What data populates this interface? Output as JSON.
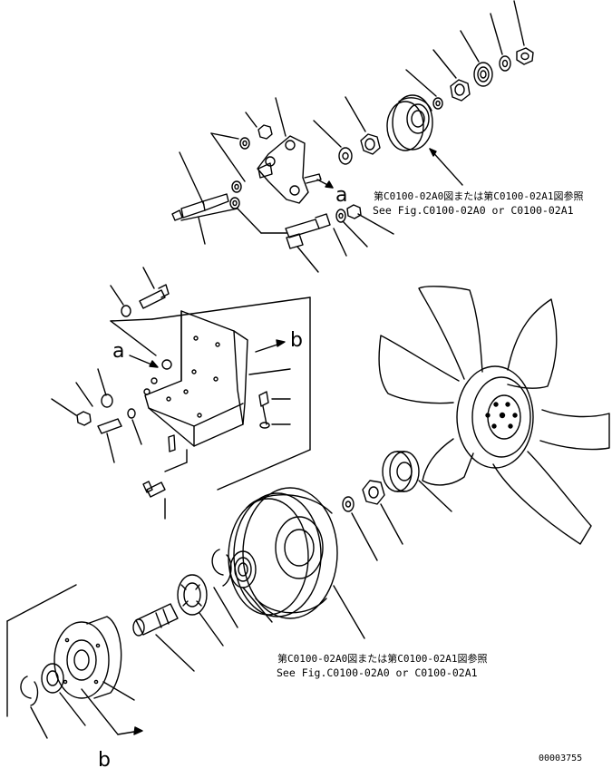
{
  "references": {
    "upper": {
      "jp": "第C0100-02A0図または第C0100-02A1図参照",
      "en": "See Fig.C0100-02A0 or C0100-02A1"
    },
    "lower": {
      "jp": "第C0100-02A0図または第C0100-02A1図参照",
      "en": "See Fig.C0100-02A0 or C0100-02A1"
    }
  },
  "markers": {
    "a_top": "a",
    "a_left": "a",
    "b_right": "b",
    "b_bottom": "b"
  },
  "drawing_number": "00003755"
}
